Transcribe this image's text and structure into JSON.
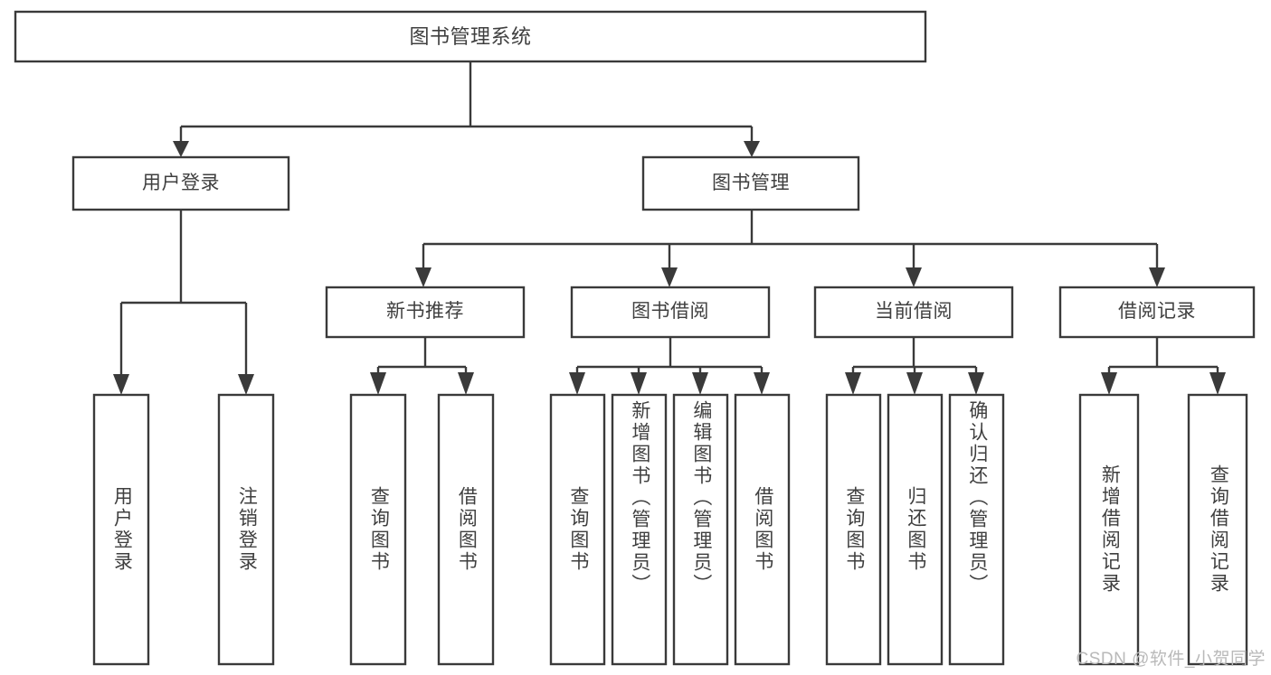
{
  "diagram": {
    "title": "图书管理系统",
    "type": "tree",
    "watermark": "CSDN @软件_小贺同学",
    "colors": {
      "stroke": "#3a3a3a",
      "box_fill": "#ffffff",
      "text": "#3f3f3f",
      "background": "#ffffff",
      "watermark": "#b9b9b9"
    },
    "nodes": {
      "root": {
        "label": "图书管理系统"
      },
      "level2": [
        {
          "label": "用户登录"
        },
        {
          "label": "图书管理"
        }
      ],
      "level3": [
        {
          "label": "新书推荐"
        },
        {
          "label": "图书借阅"
        },
        {
          "label": "当前借阅"
        },
        {
          "label": "借阅记录"
        }
      ],
      "leaves": {
        "user_login": [
          {
            "label": "用户登录"
          },
          {
            "label": "注销登录"
          }
        ],
        "new_book": [
          {
            "label": "查询图书"
          },
          {
            "label": "借阅图书"
          }
        ],
        "book_borrow": [
          {
            "label": "查询图书"
          },
          {
            "label": "新增图书（管理员）"
          },
          {
            "label": "编辑图书（管理员）"
          },
          {
            "label": "借阅图书"
          }
        ],
        "current_borrow": [
          {
            "label": "查询图书"
          },
          {
            "label": "归还图书"
          },
          {
            "label": "确认归还（管理员）"
          }
        ],
        "borrow_record": [
          {
            "label": "新增借阅记录"
          },
          {
            "label": "查询借阅记录"
          }
        ]
      }
    }
  }
}
